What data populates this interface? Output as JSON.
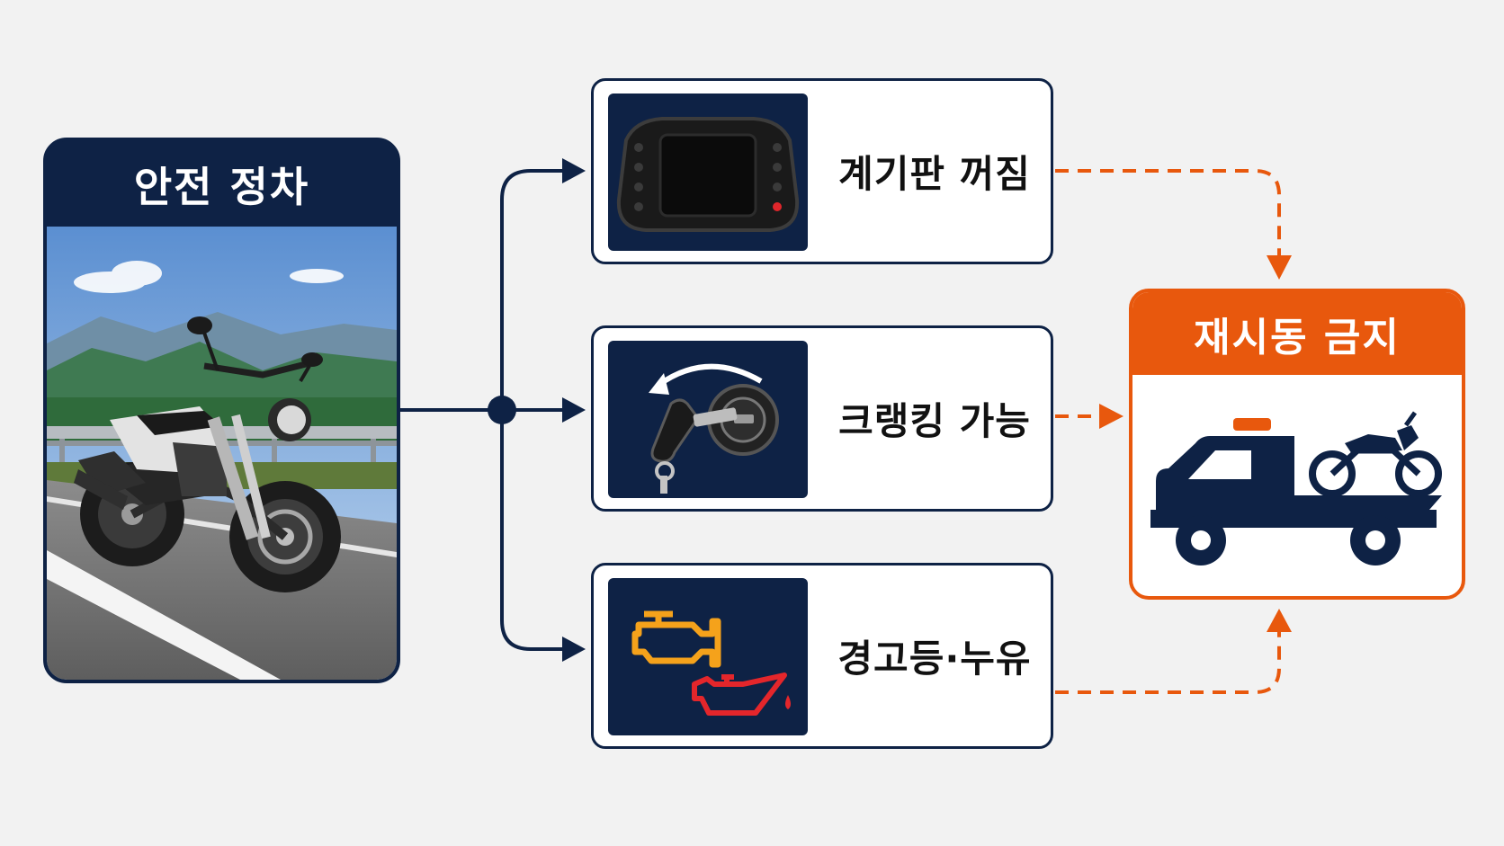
{
  "start": {
    "title": "안전 정차",
    "photo_icon": "motorcycle-roadside-photo"
  },
  "symptoms": [
    {
      "label": "계기판 꺼짐",
      "icon": "dashboard-off-icon"
    },
    {
      "label": "크랭킹 가능",
      "icon": "ignition-key-icon"
    },
    {
      "label": "경고등·누유",
      "icon": "engine-oil-warning-icon"
    }
  ],
  "result": {
    "title": "재시동 금지",
    "icon": "tow-truck-icon"
  },
  "colors": {
    "navy": "#0e2245",
    "orange": "#e8580d",
    "background": "#f2f2f2"
  }
}
